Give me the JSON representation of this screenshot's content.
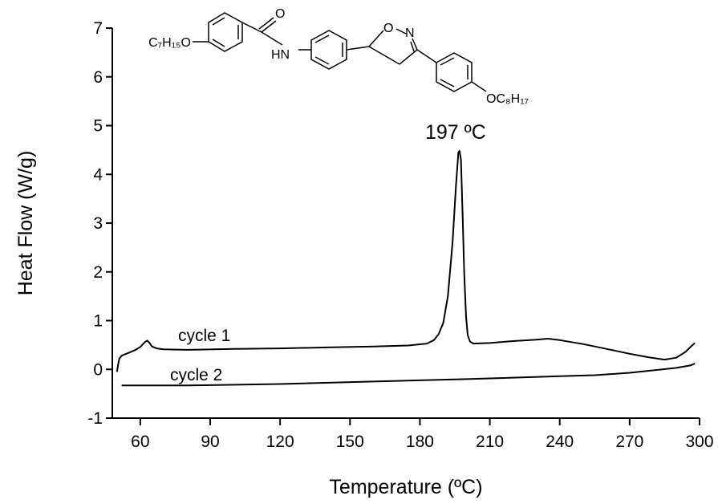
{
  "chart_data": {
    "type": "line",
    "xlabel": "Temperature (ºC)",
    "ylabel": "Heat Flow (W/g)",
    "xlim": [
      48,
      300
    ],
    "ylim": [
      -1,
      7
    ],
    "xticks": [
      60,
      90,
      120,
      150,
      180,
      210,
      240,
      270,
      300
    ],
    "yticks": [
      -1,
      0,
      1,
      2,
      3,
      4,
      5,
      6,
      7
    ],
    "grid": false,
    "legend": "none",
    "series": [
      {
        "name": "cycle 1",
        "points": [
          [
            50,
            -0.05
          ],
          [
            50.5,
            0.1
          ],
          [
            51,
            0.22
          ],
          [
            52,
            0.28
          ],
          [
            54,
            0.32
          ],
          [
            56,
            0.36
          ],
          [
            58,
            0.4
          ],
          [
            60,
            0.46
          ],
          [
            62,
            0.56
          ],
          [
            63,
            0.59
          ],
          [
            64,
            0.54
          ],
          [
            65,
            0.47
          ],
          [
            67,
            0.43
          ],
          [
            70,
            0.41
          ],
          [
            80,
            0.4
          ],
          [
            100,
            0.42
          ],
          [
            120,
            0.43
          ],
          [
            140,
            0.45
          ],
          [
            160,
            0.47
          ],
          [
            175,
            0.49
          ],
          [
            183,
            0.53
          ],
          [
            186,
            0.6
          ],
          [
            188,
            0.72
          ],
          [
            190,
            0.95
          ],
          [
            192,
            1.5
          ],
          [
            194,
            2.6
          ],
          [
            195.5,
            3.8
          ],
          [
            196.5,
            4.45
          ],
          [
            197,
            4.48
          ],
          [
            197.6,
            4.3
          ],
          [
            198.3,
            3.2
          ],
          [
            199,
            2.0
          ],
          [
            199.8,
            1.1
          ],
          [
            200.5,
            0.7
          ],
          [
            201.5,
            0.57
          ],
          [
            203,
            0.53
          ],
          [
            210,
            0.54
          ],
          [
            220,
            0.58
          ],
          [
            230,
            0.61
          ],
          [
            235,
            0.63
          ],
          [
            240,
            0.6
          ],
          [
            250,
            0.52
          ],
          [
            260,
            0.42
          ],
          [
            270,
            0.32
          ],
          [
            278,
            0.25
          ],
          [
            285,
            0.2
          ],
          [
            290,
            0.24
          ],
          [
            294,
            0.36
          ],
          [
            297,
            0.5
          ],
          [
            298,
            0.54
          ]
        ]
      },
      {
        "name": "cycle 2",
        "points": [
          [
            52,
            -0.33
          ],
          [
            80,
            -0.33
          ],
          [
            120,
            -0.3
          ],
          [
            160,
            -0.25
          ],
          [
            200,
            -0.2
          ],
          [
            240,
            -0.14
          ],
          [
            255,
            -0.12
          ],
          [
            270,
            -0.07
          ],
          [
            280,
            -0.02
          ],
          [
            290,
            0.03
          ],
          [
            296,
            0.08
          ],
          [
            298,
            0.12
          ]
        ]
      }
    ],
    "annotations": {
      "cycle1": "cycle 1",
      "cycle2": "cycle 2",
      "peak": "197 ºC"
    },
    "structure_labels": {
      "left_tail": "C₇H₁₅O",
      "amide_o": "O",
      "amide_nh": "HN",
      "ring_o": "O",
      "ring_n": "N",
      "right_tail": "OC₈H₁₇"
    },
    "colors": {
      "line": "#000000",
      "background": "#ffffff"
    }
  }
}
